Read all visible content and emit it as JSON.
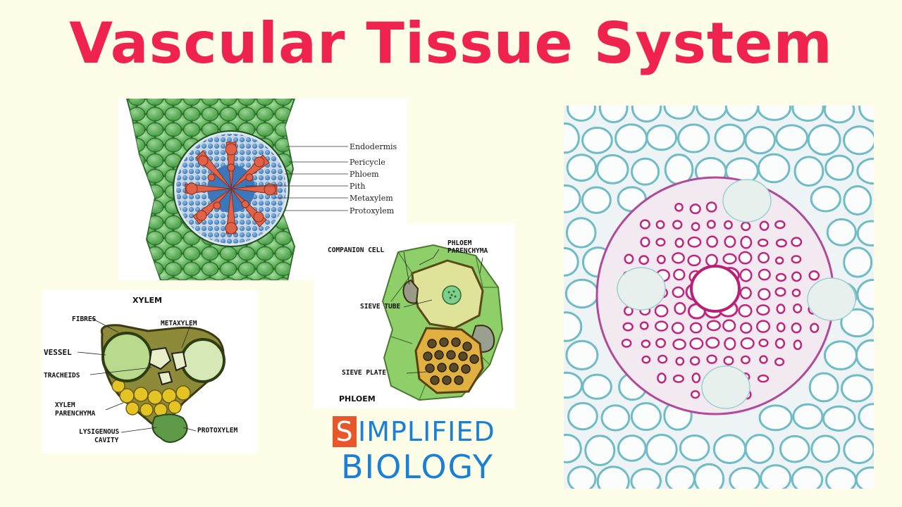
{
  "title": "Vascular Tissue System",
  "root_section": {
    "labels": [
      "Endodermis",
      "Pericycle",
      "Phloem",
      "Pith",
      "Metaxylem",
      "Protoxylem"
    ]
  },
  "xylem": {
    "heading": "XYLEM",
    "labels": {
      "fibres": "FIBRES",
      "metaxylem": "METAXYLEM",
      "vessel": "VESSEL",
      "tracheids": "TRACHEIDS",
      "xylem_parenchyma_1": "XYLEM",
      "xylem_parenchyma_2": "PARENCHYMA",
      "lysigenous_1": "LYSIGENOUS",
      "lysigenous_2": "CAVITY",
      "protoxylem": "PROTOXYLEM"
    }
  },
  "phloem": {
    "heading": "PHLOEM",
    "labels": {
      "companion_cell": "COMPANION CELL",
      "phloem_par_1": "PHLOEM",
      "phloem_par_2": "PARENCHYMA",
      "sieve_tube": "SIEVE TUBE",
      "sieve_plate": "SIEVE PLATE"
    }
  },
  "logo": {
    "s_letter": "S",
    "line1_rest": "IMPLIFIED",
    "line2": "BIOLOGY"
  }
}
